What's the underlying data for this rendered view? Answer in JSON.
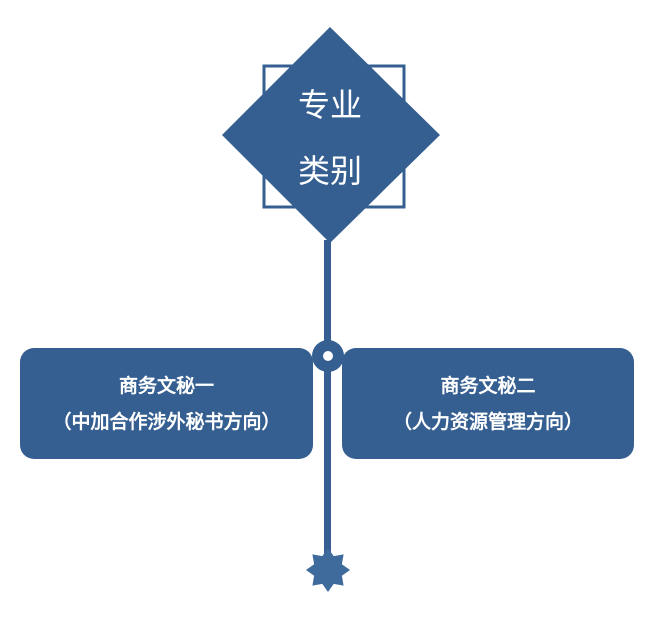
{
  "center": {
    "line1": "专业",
    "line2": "类别"
  },
  "branches": [
    {
      "title": "商务文秘一",
      "subtitle": "（中加合作涉外秘书方向）"
    },
    {
      "title": "商务文秘二",
      "subtitle": "（人力资源管理方向）"
    }
  ],
  "colors": {
    "primary": "#365f91",
    "star": "#3f6a9c"
  }
}
